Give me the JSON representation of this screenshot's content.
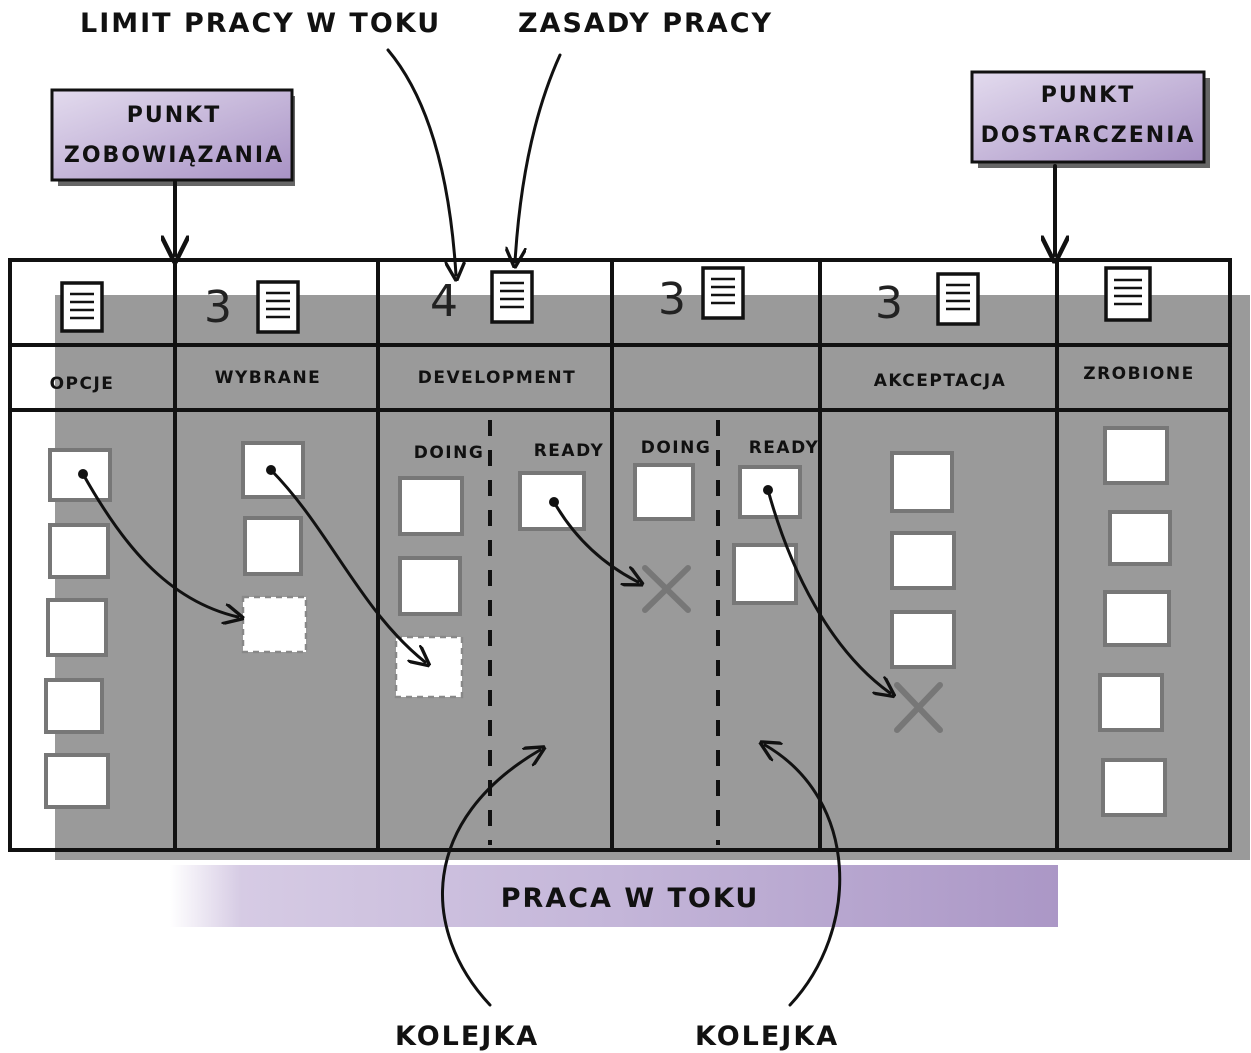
{
  "annotations": {
    "wip_limit": "LIMIT PRACY W TOKU",
    "work_policies": "ZASADY PRACY",
    "queue_left": "KOLEJKA",
    "queue_right": "KOLEJKA"
  },
  "commitment_point": {
    "line1": "PUNKT",
    "line2": "ZOBOWIĄZANIA"
  },
  "delivery_point": {
    "line1": "PUNKT",
    "line2": "DOSTARCZENIA"
  },
  "columns": [
    {
      "name": "OPCJE",
      "wip": ""
    },
    {
      "name": "WYBRANE",
      "wip": "3"
    },
    {
      "name": "DEVELOPMENT",
      "wip": "4"
    },
    {
      "name": "",
      "wip": "3"
    },
    {
      "name": "AKCEPTACJA",
      "wip": "3"
    },
    {
      "name": "ZROBIONE",
      "wip": ""
    }
  ],
  "sub_columns": {
    "dev_doing": "DOING",
    "dev_ready": "READY",
    "test_doing": "DOING",
    "test_ready": "READY"
  },
  "band": "PRACA W TOKU",
  "colors": {
    "accent": "#b7a6cf",
    "ink": "#111111",
    "card": "#777777"
  },
  "icons": [
    "document-icon",
    "arrow-icon",
    "x-mark-icon",
    "card-icon"
  ]
}
